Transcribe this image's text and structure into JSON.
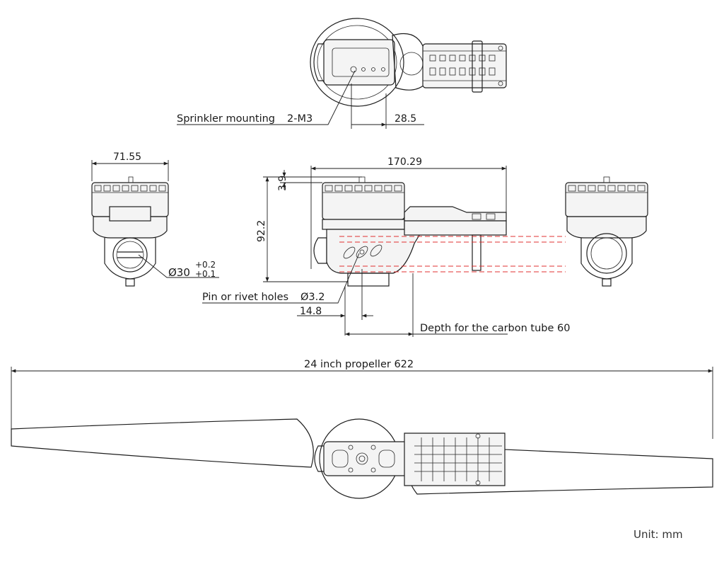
{
  "dimensions": {
    "sprinkler_mounting": "Sprinkler mounting",
    "sprinkler_thread": "2-M3",
    "offset_28_5": "28.5",
    "width_71_55": "71.55",
    "length_170_29": "170.29",
    "height_3_9": "3.9",
    "height_92_2": "92.2",
    "diameter_30": "Ø30",
    "tol_upper": "+0.2",
    "tol_lower": "+0.1",
    "pin_holes_label": "Pin or rivet holes",
    "pin_holes_dia": "Ø3.2",
    "offset_14_8": "14.8",
    "carbon_tube_depth": "Depth for the carbon tube 60",
    "propeller": "24 inch propeller 622"
  },
  "unit_label": "Unit:  mm",
  "colors": {
    "line": "#1e1e1e",
    "hidden_line": "#e03030",
    "background": "#ffffff"
  }
}
